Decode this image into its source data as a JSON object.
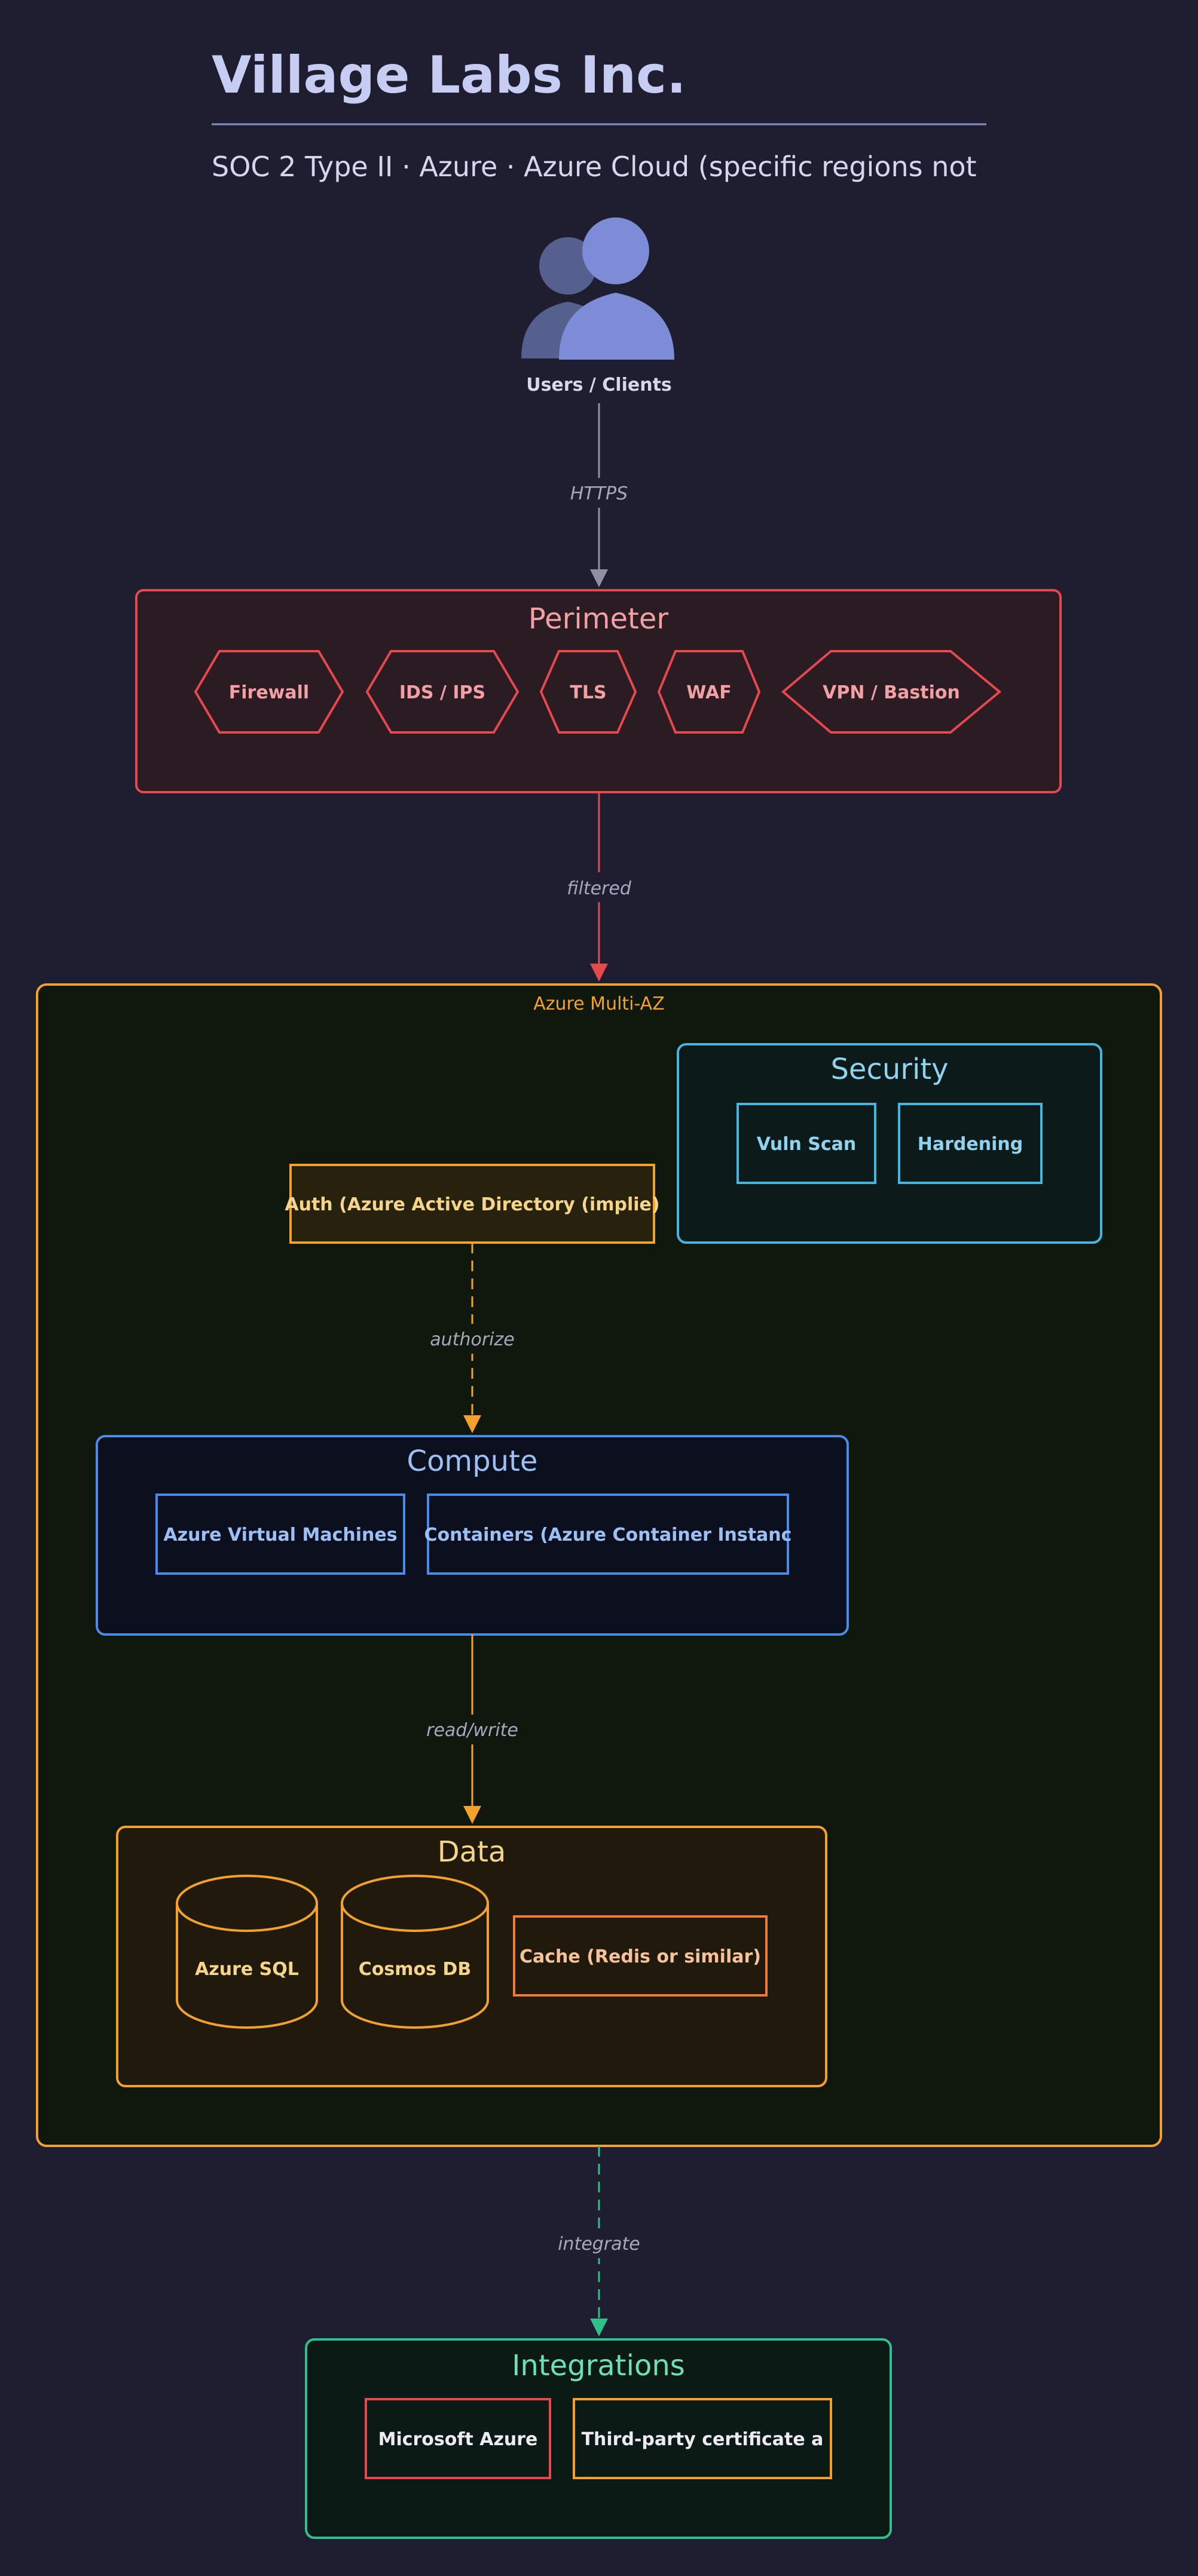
{
  "header": {
    "title": "Village Labs Inc.",
    "subtitle": "SOC 2 Type II · Azure · Azure Cloud (specific regions not"
  },
  "users": {
    "label": "Users / Clients"
  },
  "edges": {
    "https": "HTTPS",
    "filtered": "filtered",
    "authorize": "authorize",
    "read_write": "read/write",
    "integrate": "integrate"
  },
  "perimeter": {
    "title": "Perimeter",
    "items": [
      "Firewall",
      "IDS / IPS",
      "TLS",
      "WAF",
      "VPN / Bastion"
    ]
  },
  "cloud": {
    "label": "Azure Multi-AZ"
  },
  "security": {
    "title": "Security",
    "items": [
      "Vuln Scan",
      "Hardening"
    ]
  },
  "auth": {
    "label": "Auth (Azure Active Directory (implie)"
  },
  "compute": {
    "title": "Compute",
    "items": [
      "Azure Virtual Machines",
      "Containers (Azure Container Instanc"
    ]
  },
  "data_tier": {
    "title": "Data",
    "items": [
      "Azure SQL",
      "Cosmos DB",
      "Cache (Redis or similar)"
    ]
  },
  "integrations": {
    "title": "Integrations",
    "items": [
      "Microsoft Azure",
      "Third-party certificate a"
    ]
  },
  "colors": {
    "background": "#1f1e30",
    "perimeter": "#e5484d",
    "cloud": "#f2a12c",
    "security": "#47b4e2",
    "compute": "#4a8ae8",
    "data": "#f2a12c",
    "integrations": "#2fc08e",
    "users_icon": "#7c8cd6"
  }
}
